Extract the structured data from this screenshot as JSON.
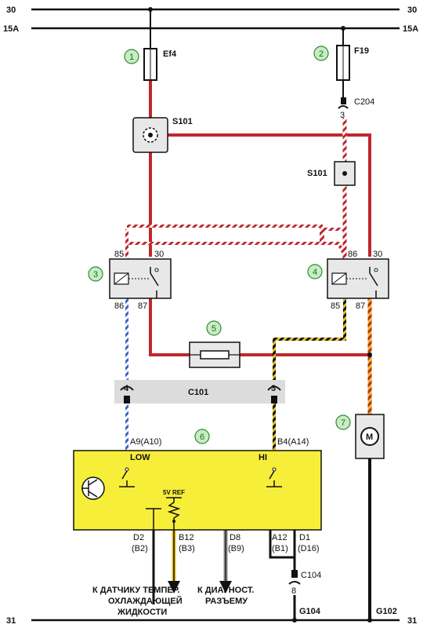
{
  "buses": {
    "b30_left": "30",
    "b30_right": "30",
    "b15a_left": "15A",
    "b15a_right": "15A",
    "b31_left": "31",
    "b31_right": "31"
  },
  "components": {
    "fuse_ef4": "Ef4",
    "fuse_f19": "F19",
    "connector_c204": "C204",
    "c204_pin": "3",
    "splice_s101_a": "S101",
    "splice_s101_b": "S101",
    "relay_left": {
      "p85": "85",
      "p30": "30",
      "p86": "86",
      "p87": "87"
    },
    "relay_right": {
      "p86": "86",
      "p30": "30",
      "p85": "85",
      "p87": "87"
    },
    "connector_c101": "C101",
    "c101_pin_left": "4",
    "c101_pin_right": "3",
    "motor": "M",
    "ecu": {
      "pin_low": "A9(A10)",
      "pin_hi": "B4(A14)",
      "low_label": "LOW",
      "hi_label": "HI",
      "ref_label": "5V REF",
      "d2": "D2",
      "d2b": "(B2)",
      "b12": "B12",
      "b12b": "(B3)",
      "d8": "D8",
      "d8b": "(B9)",
      "a12": "A12",
      "a12b": "(B1)",
      "d1": "D1",
      "d1b": "(D16)"
    },
    "connector_c104": "C104",
    "c104_pin": "8",
    "ground_g104": "G104",
    "ground_g102": "G102"
  },
  "callouts": [
    "1",
    "2",
    "3",
    "4",
    "5",
    "6",
    "7"
  ],
  "destinations": {
    "coolant_line1": "К ДАТЧИКУ ТЕМПЕР.",
    "coolant_line2": "ОХЛАЖДАЮЩЕЙ",
    "coolant_line3": "ЖИДКОСТИ",
    "diag_line1": "К ДИАГНОСТ.",
    "diag_line2": "РАЗЪЕМУ"
  },
  "colors": {
    "red": "#c0272d",
    "blue": "#3a64c8",
    "yellow_box": "#f7ee3a",
    "callout_fill": "#c8ecc4",
    "callout_stroke": "#2e8b2e",
    "relay_fill": "#e8e8e8",
    "connector_band": "#dcdcdc",
    "black": "#111111"
  }
}
